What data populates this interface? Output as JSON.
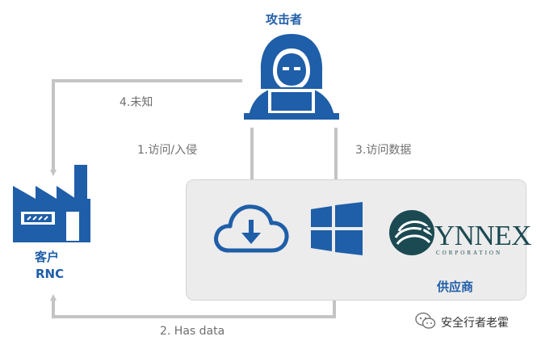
{
  "attacker": {
    "label": "攻击者"
  },
  "customer": {
    "label": "客户",
    "name": "RNC"
  },
  "vendor": {
    "label": "供应商",
    "logo_text": "SYNNEX",
    "logo_sub": "CORPORATION"
  },
  "arrows": {
    "step1": "1.访问/入侵",
    "step2": "2. Has data",
    "step3": "3.访问数据",
    "step4": "4.未知"
  },
  "watermark": {
    "text": "安全行者老霍",
    "icon": "wechat-icon"
  },
  "colors": {
    "accent_blue": "#1f5ea8",
    "arrow_gray": "#c4c4c4",
    "box_bg": "#ececec",
    "synnex_teal": "#1c4a52"
  }
}
